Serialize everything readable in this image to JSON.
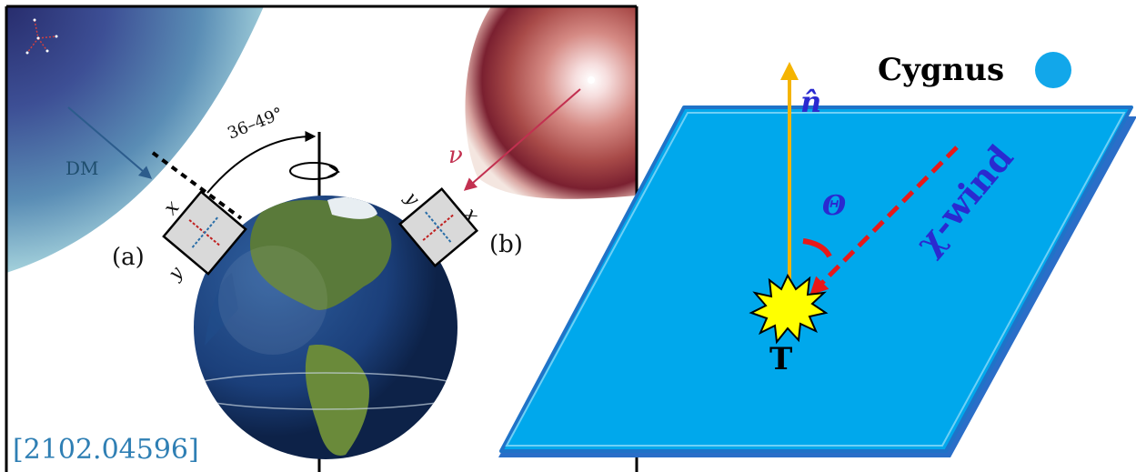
{
  "left_panel": {
    "dm_label": "DM",
    "neutrino_label": "ν",
    "angle_label": "36–49°",
    "detector_a_label": "(a)",
    "detector_b_label": "(b)",
    "axis_x": "x",
    "axis_y": "y",
    "reference": "[2102.04596]"
  },
  "right_panel": {
    "constellation_label": "Cygnus",
    "normal_label": "n̂",
    "angle_label": "Θ",
    "wind_label": "χ-wind",
    "target_label": "T"
  },
  "colors": {
    "plane_fill": "#00a8ec",
    "plane_edge": "#1f73c8",
    "normal_arrow": "#f5b400",
    "wind_arrow": "#e81818",
    "label_blue": "#2a2ad0",
    "cygnus_dot": "#12a7ea",
    "dm_flow": "#2c5c8c",
    "nu_flow": "#c23050",
    "earth_ocean": "#1b3f7a",
    "earth_land": "#5a7a3a"
  },
  "icons": [
    "constellation-icon",
    "rotation-arrow-icon",
    "cygnus-dot-icon",
    "recoil-burst-icon",
    "earth-globe-icon"
  ]
}
